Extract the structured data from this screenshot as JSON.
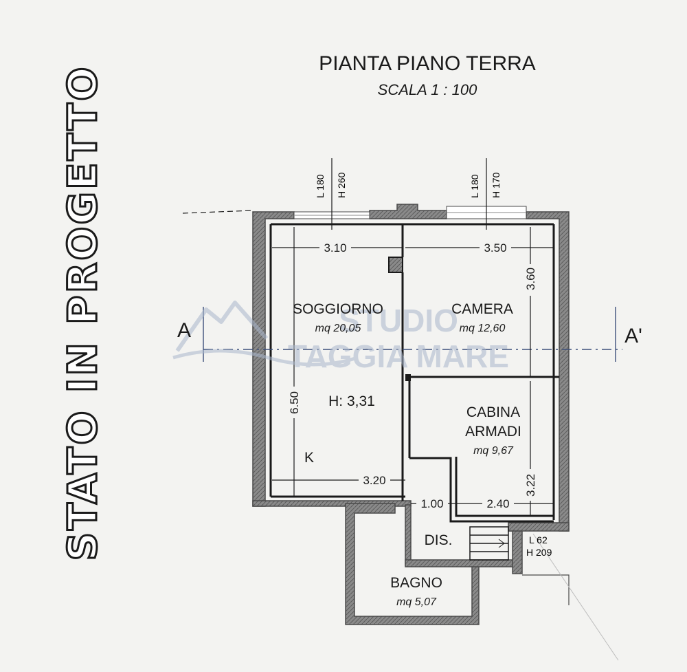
{
  "side_title": "STATO IN PROGETTO",
  "title": "PIANTA PIANO TERRA",
  "subtitle": "SCALA 1 : 100",
  "section": {
    "left": "A",
    "right": "A'"
  },
  "windows": [
    {
      "l": "L 180",
      "h": "H 260"
    },
    {
      "l": "L 180",
      "h": "H 170"
    }
  ],
  "door": {
    "l": "L 62",
    "h": "H 209"
  },
  "rooms": {
    "soggiorno": {
      "name": "SOGGIORNO",
      "area": "mq 20,05"
    },
    "camera": {
      "name": "CAMERA",
      "area": "mq 12,60"
    },
    "cabina": {
      "name_line1": "CABINA",
      "name_line2": "ARMADI",
      "area": "mq 9,67"
    },
    "bagno": {
      "name": "BAGNO",
      "area": "mq 5,07"
    },
    "dis": {
      "name": "DIS."
    }
  },
  "height_label": "H: 3,31",
  "kitchen_label": "K",
  "dimensions": {
    "soggiorno_width": "3.10",
    "camera_width": "3.50",
    "camera_depth": "3.60",
    "soggiorno_depth": "6.50",
    "soggiorno_lower_width": "3.20",
    "dis_width": "1.00",
    "cabina_width": "2.40",
    "cabina_depth": "3.22"
  },
  "watermark": {
    "line1": "STUDIO",
    "line2": "TAGGIA MARE"
  },
  "colors": {
    "wall": "#7d7d7d",
    "wall_dark": "#4a4a4a",
    "line": "#1a1a1a",
    "watermark": "#a9b7cc",
    "section_line": "#3c4f7a"
  }
}
